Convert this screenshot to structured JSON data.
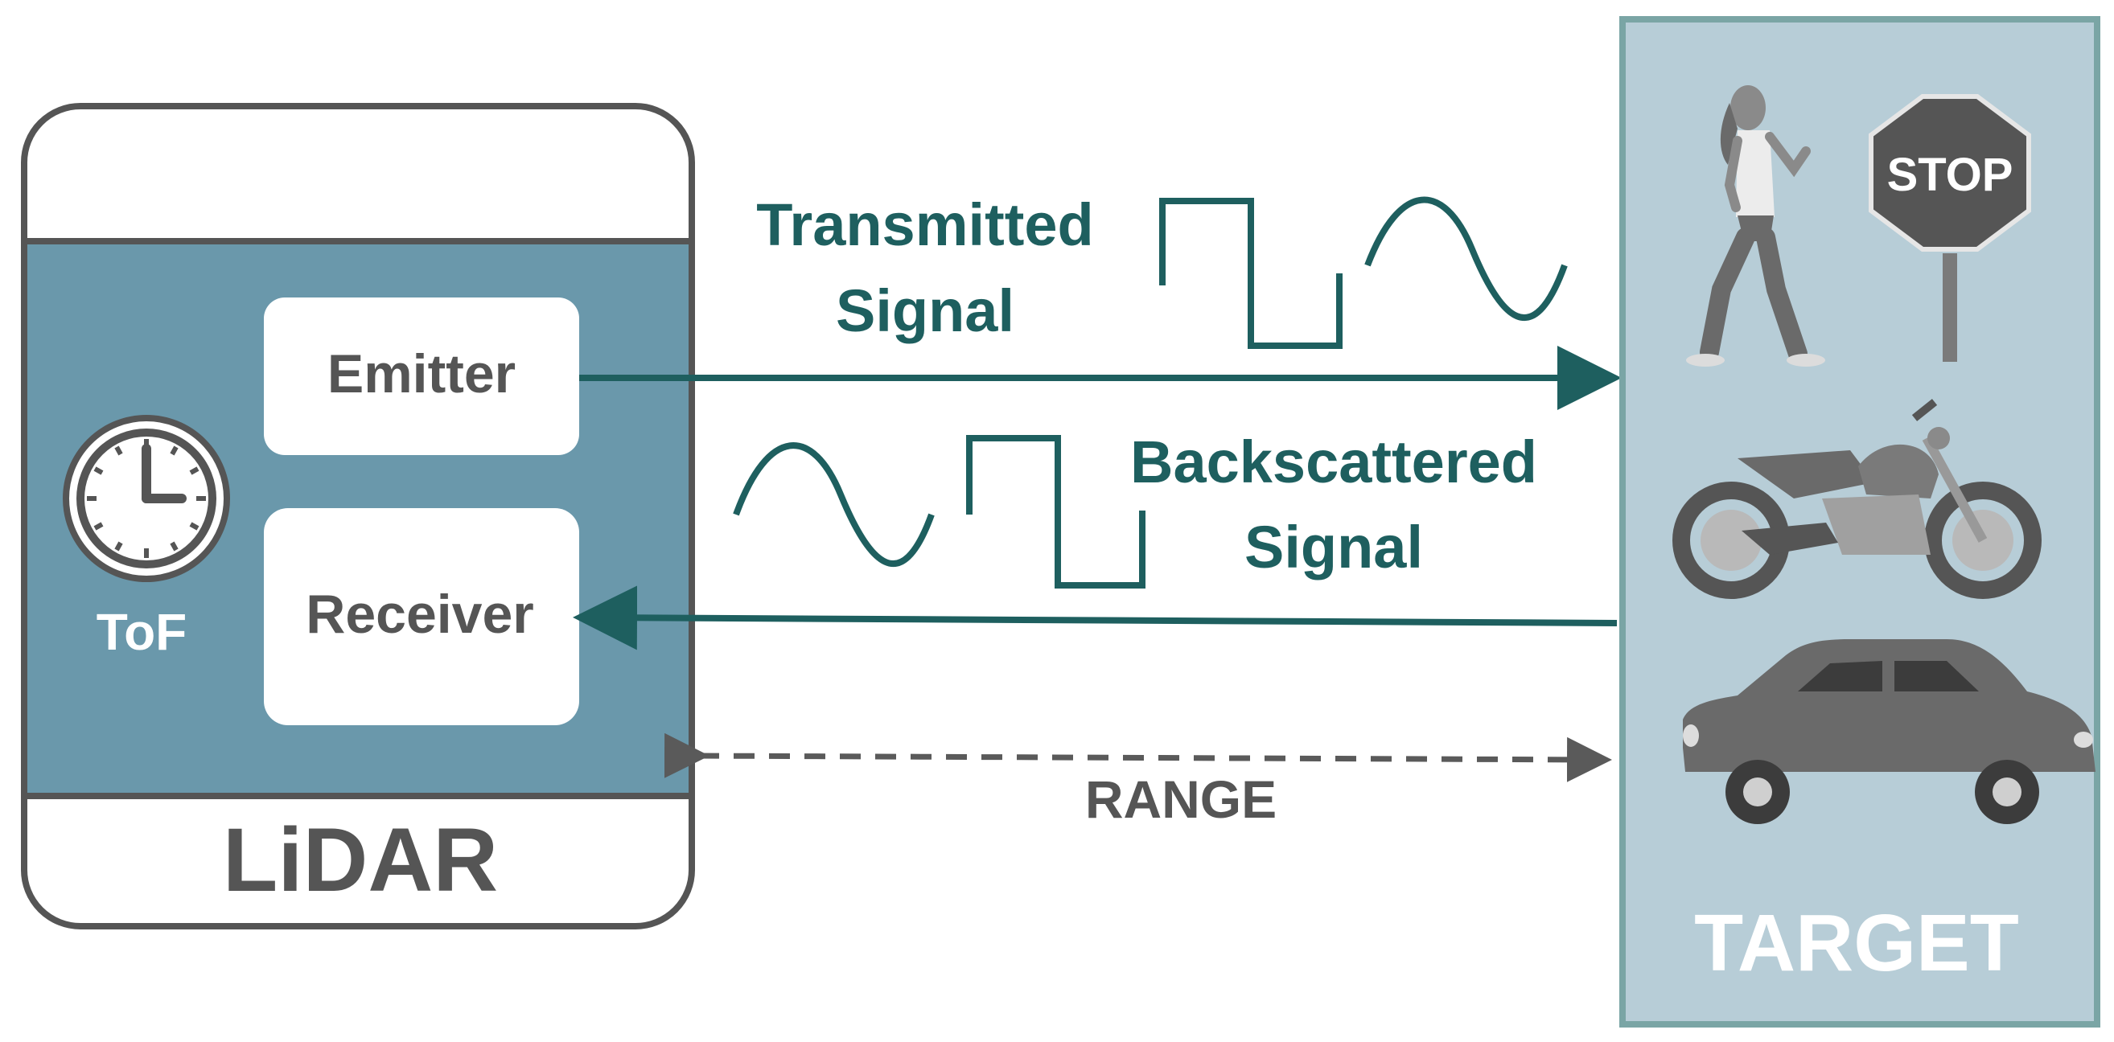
{
  "lidar": {
    "title": "LiDAR",
    "emitter_label": "Emitter",
    "receiver_label": "Receiver",
    "tof_label": "ToF",
    "icon": "clock-icon"
  },
  "signals": {
    "transmitted_line1": "Transmitted",
    "transmitted_line2": "Signal",
    "backscattered_line1": "Backscattered",
    "backscattered_line2": "Signal"
  },
  "range_label": "RANGE",
  "target": {
    "title": "TARGET",
    "objects": [
      "pedestrian-icon",
      "stop-sign-icon",
      "motorcycle-icon",
      "car-icon"
    ],
    "stop_sign_text": "STOP"
  },
  "colors": {
    "teal_dark": "#1e5f5f",
    "lidar_blue": "#6a98ab",
    "frame_gray": "#555555",
    "target_fill": "#b7cdd7",
    "target_border": "#7aa5a5"
  }
}
